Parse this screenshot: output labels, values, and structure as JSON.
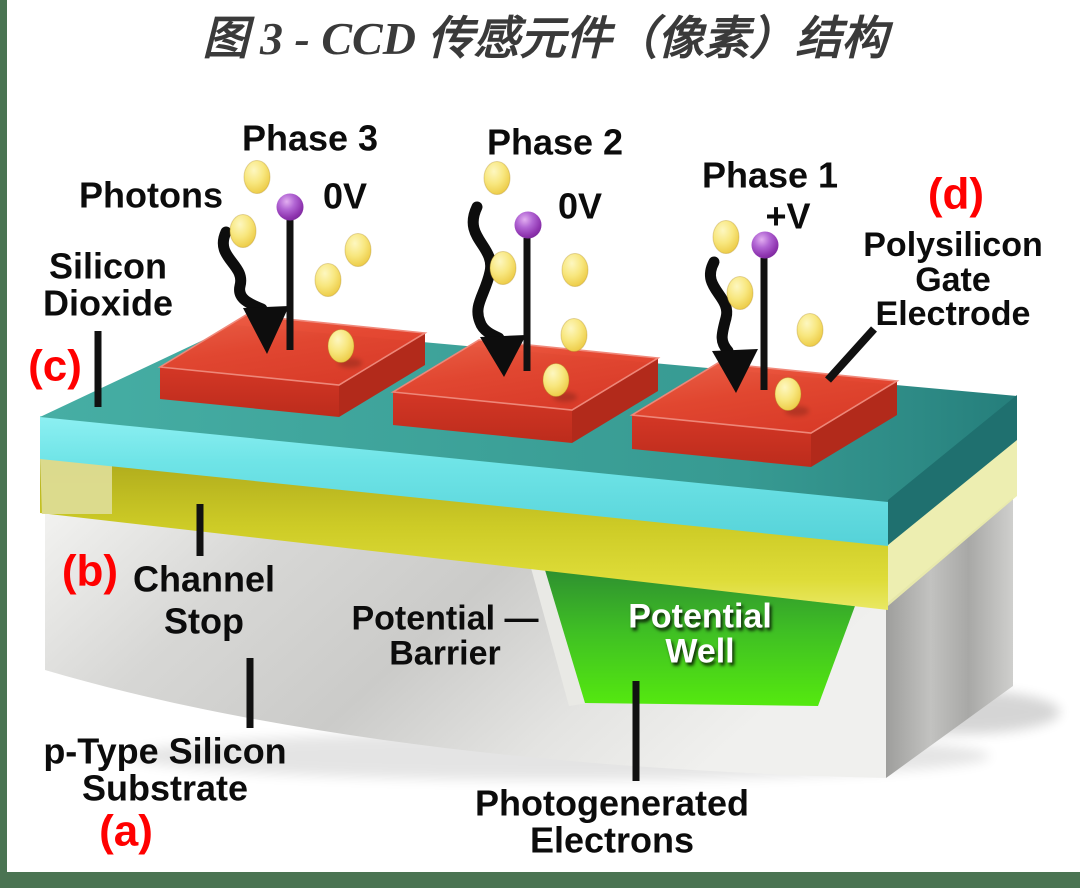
{
  "title": "图 3 - CCD 传感元件（像素）结构",
  "phases": [
    {
      "name": "Phase 3",
      "voltage": "0V"
    },
    {
      "name": "Phase 2",
      "voltage": "0V"
    },
    {
      "name": "Phase 1",
      "voltage": "+V"
    }
  ],
  "labels": {
    "photons": "Photons",
    "silicon_dioxide": [
      "Silicon",
      "Dioxide"
    ],
    "polysilicon_gate": [
      "Polysilicon",
      "Gate",
      "Electrode"
    ],
    "channel_stop": [
      "Channel",
      "Stop"
    ],
    "potential_barrier": [
      "Potential —",
      "Barrier"
    ],
    "potential_well": [
      "Potential",
      "Well"
    ],
    "p_type_substrate": [
      "p-Type Silicon",
      "Substrate"
    ],
    "photogenerated": [
      "Photogenerated",
      "Electrons"
    ]
  },
  "callouts": {
    "a": "(a)",
    "b": "(b)",
    "c": "(c)",
    "d": "(d)"
  },
  "colors": {
    "callout_red": "#ff0000",
    "border_green": "#4a7452",
    "oxide_top_teal": "#3aa49b",
    "oxide_front_cyan": "#6fe4e7",
    "channel_yellow": "#d4d22a",
    "substrate_gray": "#d9d9d7",
    "well_green": "#46cf1d",
    "electrode_red": "#e2462f",
    "photon_yellow": "#f7e87e",
    "terminal_purple": "#9b3fbe",
    "label_black": "#0c0c0c",
    "title_gray": "#3a3a3a"
  }
}
